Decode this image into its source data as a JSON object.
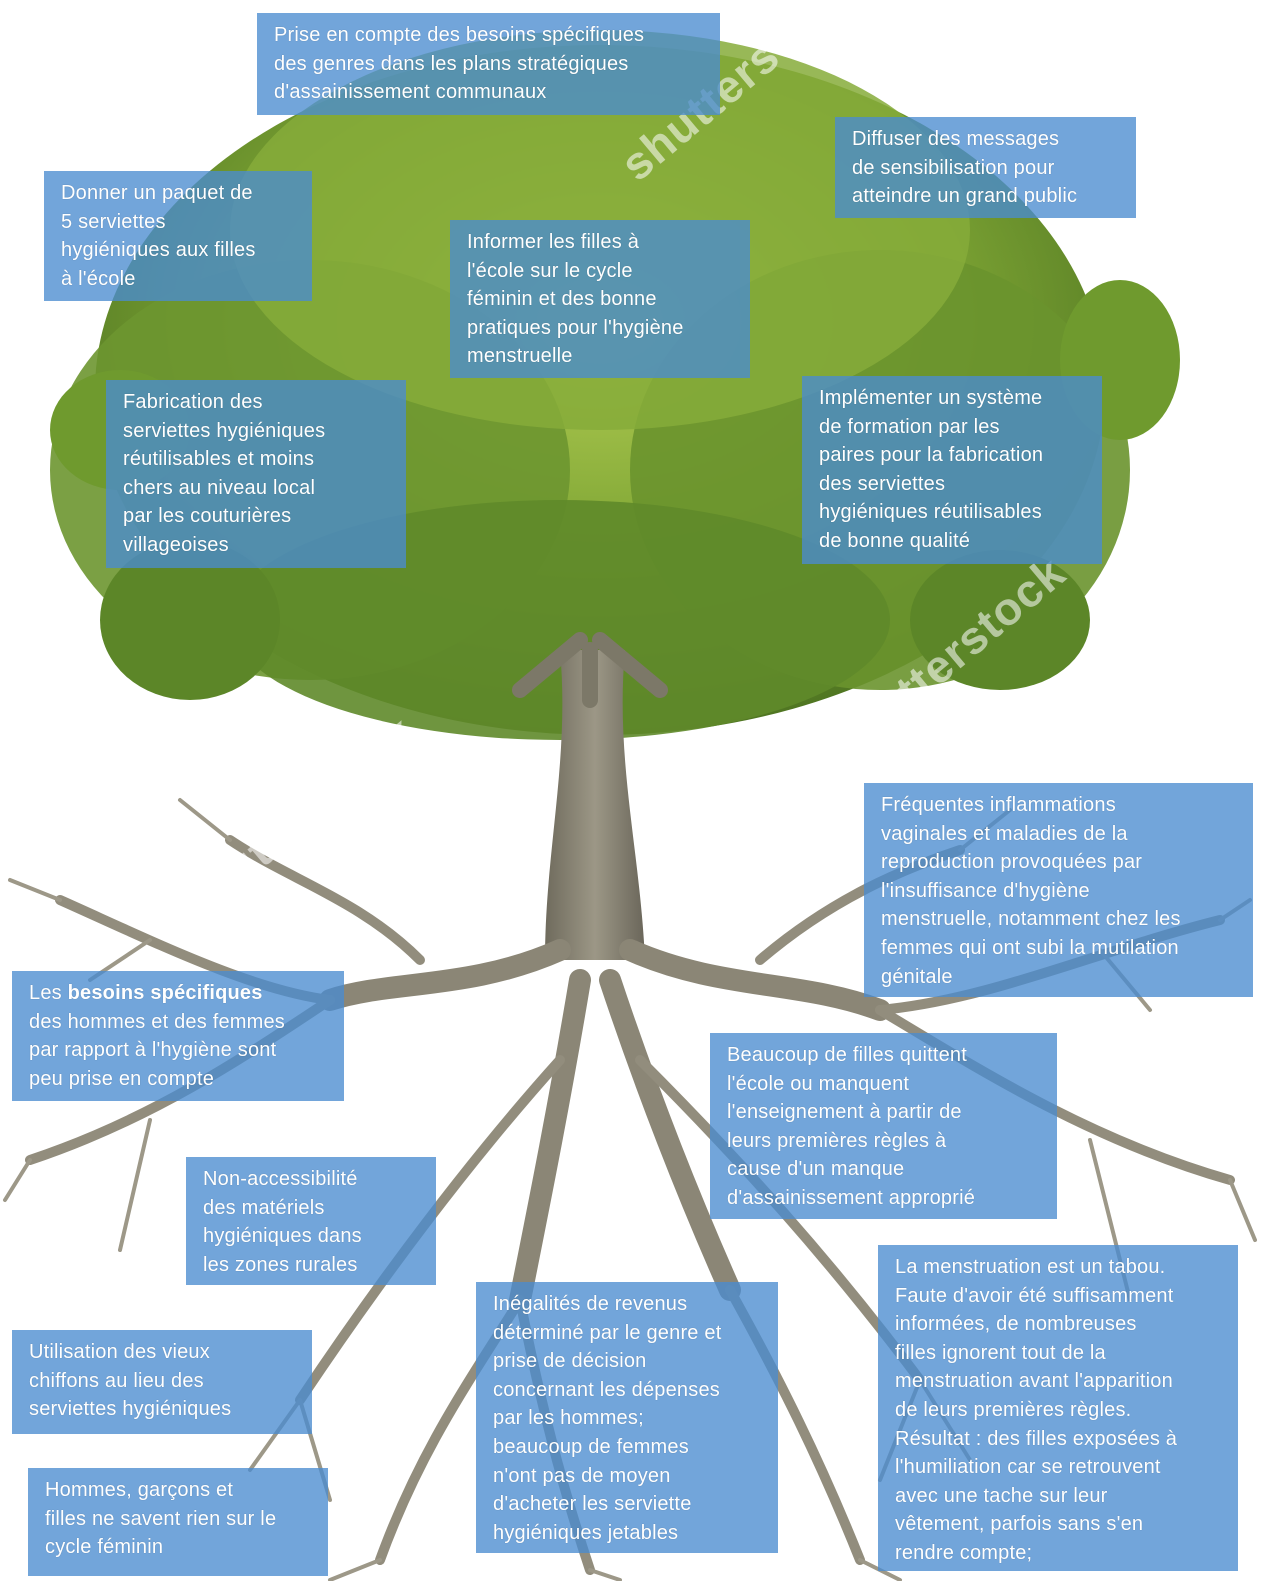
{
  "leaves_boxes": [
    {
      "id": "genre-plans",
      "text": "Prise en compte des besoins spécifiques\ndes genres dans les plans stratégiques\nd'assainissement communaux"
    },
    {
      "id": "paquet-serviettes",
      "text": "Donner un paquet de\n5 serviettes\nhygiéniques aux filles\nà l'école"
    },
    {
      "id": "messages-sensibilisation",
      "text": "Diffuser des messages\nde sensibilisation pour\natteindre un grand public"
    },
    {
      "id": "informer-filles",
      "text": "Informer les filles à\nl'école sur le cycle\nféminin et des bonne\npratiques pour l'hygiène\nmenstruelle"
    },
    {
      "id": "fabrication-locale",
      "text": "Fabrication des\nserviettes hygiéniques\nréutilisables et moins\nchers au niveau local\npar les couturières\nvillageoises"
    },
    {
      "id": "formation-paires",
      "text": "Implémenter un système\nde formation par les\npaires pour la fabrication\ndes serviettes\nhygiéniques réutilisables\nde bonne qualité"
    }
  ],
  "root_boxes": [
    {
      "id": "inflammations",
      "text": "Fréquentes inflammations\nvaginales et maladies de la\nreproduction provoquées par\nl'insuffisance d'hygiène\nmenstruelle, notamment chez les\nfemmes qui ont subi la mutilation\ngénitale"
    },
    {
      "id": "besoins-specifiques",
      "pre": "Les ",
      "bold": "besoins spécifiques",
      "text": "\ndes hommes et des femmes\npar rapport à l'hygiène sont\npeu prise en compte"
    },
    {
      "id": "quittent-ecole",
      "text": "Beaucoup de filles quittent\nl'école ou manquent\nl'enseignement à partir de\nleurs premières règles à\ncause d'un manque\nd'assainissement approprié"
    },
    {
      "id": "non-accessibilite",
      "text": "Non-accessibilité\ndes matériels\nhygiéniques dans\nles zones rurales"
    },
    {
      "id": "tabou",
      "text": "La menstruation est un tabou.\nFaute d'avoir été suffisamment\ninformées, de nombreuses\nfilles ignorent tout de la\nmenstruation avant l'apparition\nde leurs premières règles.\nRésultat : des filles exposées à\nl'humiliation car se retrouvent\navec une tache sur leur\nvêtement, parfois sans s'en\nrendre compte;"
    },
    {
      "id": "inegalites-revenus",
      "text": "Inégalités de revenus\ndéterminé par le genre et\nprise de décision\nconcernant les dépenses\npar les hommes;\nbeaucoup de femmes\nn'ont pas de moyen\nd'acheter les serviette\nhygiéniques jetables"
    },
    {
      "id": "vieux-chiffons",
      "text": "Utilisation des vieux\nchiffons au lieu des\nserviettes hygiéniques"
    },
    {
      "id": "hommes-garcons",
      "text": "Hommes, garçons et\nfilles ne savent rien sur le\ncycle féminin"
    }
  ],
  "watermark": {
    "text": "shutterstock"
  },
  "colors": {
    "box": "#4a8ccf",
    "foliage": "#6f9a2a",
    "trunk": "#8a8574"
  }
}
